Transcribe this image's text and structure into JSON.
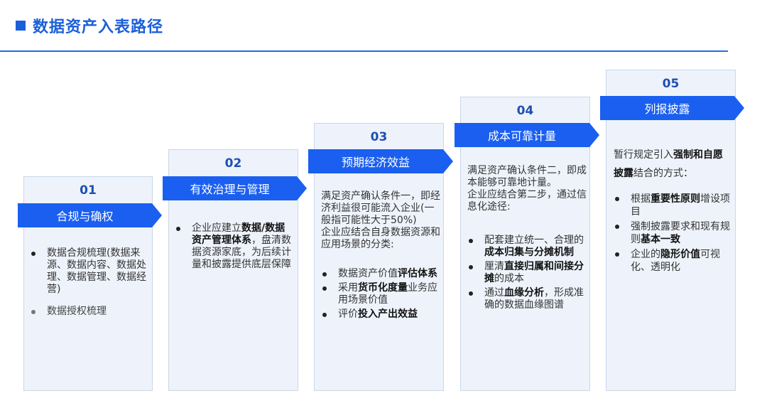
{
  "title": "数据资产入表路径",
  "steps": [
    {
      "num": "01",
      "label": "合规与确权",
      "bullets": [
        {
          "text": "数据合规梳理(数据来源、数据内容、数据处理、数据管理、数据经营)"
        },
        {
          "text": "数据授权梳理"
        }
      ]
    },
    {
      "num": "02",
      "label": "有效治理与管理",
      "bullet_pre": "企业应建立",
      "bullet_bold": "数据/数据资产管理体系",
      "bullet_post": "，盘清数据资源家底，为后续计量和披露提供底层保障"
    },
    {
      "num": "03",
      "label": "预期经济效益",
      "para": "满足资产确认条件一，即经济利益很可能流入企业(一般指可能性大于50%)\n企业应结合自身数据资源和应用场景的分类:",
      "b1_pre": "数据资产价值",
      "b1_bold": "评估体系",
      "b2_pre": "采用",
      "b2_bold": "货币化度量",
      "b2_post": "业务应用场景价值",
      "b3_pre": "评价",
      "b3_bold": "投入产出效益"
    },
    {
      "num": "04",
      "label": "成本可靠计量",
      "para": "满足资产确认条件二，即成本能够可靠地计量。\n企业应结合第二步，通过信息化途径:",
      "b1_pre": "配套建立统一、合理的",
      "b1_bold": "成本归集与分摊机制",
      "b2_pre": "厘清",
      "b2_bold": "直接归属和间接分摊",
      "b2_post": "的成本",
      "b3_pre": "通过",
      "b3_bold": "血缘分析",
      "b3_post": "，形成准确的数据血缘图谱"
    },
    {
      "num": "05",
      "label": "列报披露",
      "para_pre": "暂行规定引入",
      "para_bold": "强制和自愿披露",
      "para_post": "结合的方式：",
      "b1_pre": "根据",
      "b1_bold": "重要性原则",
      "b1_post": "增设项目",
      "b2_pre": "强制披露要求和现有规则",
      "b2_bold": "基本一致",
      "b3_pre": "企业的",
      "b3_bold": "隐形价值",
      "b3_post": "可视化、透明化"
    }
  ],
  "colors": {
    "accent": "#1a5ff0",
    "box_bg": "#eef3fb",
    "title": "#1b5fd9"
  }
}
